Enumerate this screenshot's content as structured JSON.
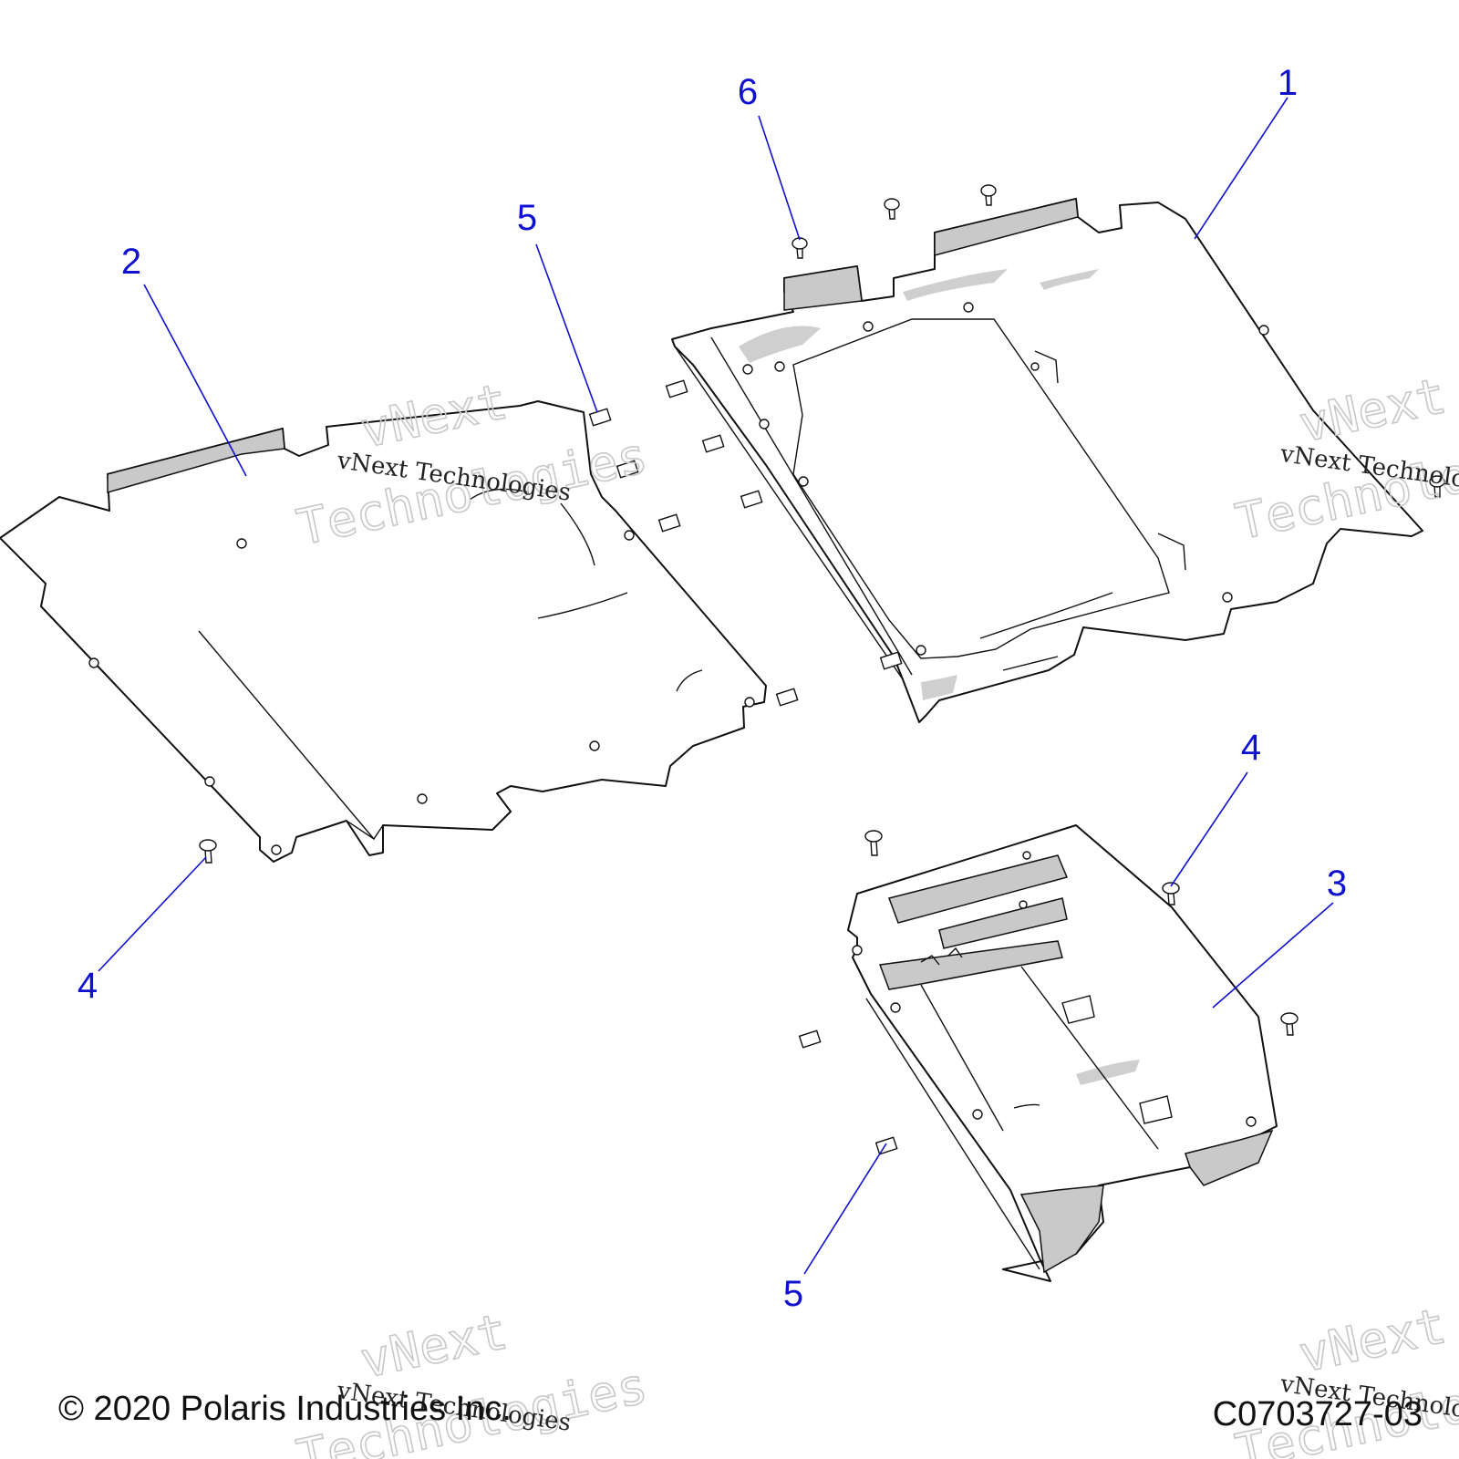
{
  "watermark": {
    "line1": "vNext",
    "line2": "Technologies",
    "caption": "vNext Technologies"
  },
  "callouts": [
    {
      "id": "callout-1",
      "label": "1"
    },
    {
      "id": "callout-2",
      "label": "2"
    },
    {
      "id": "callout-3",
      "label": "3"
    },
    {
      "id": "callout-4a",
      "label": "4"
    },
    {
      "id": "callout-4b",
      "label": "4"
    },
    {
      "id": "callout-5a",
      "label": "5"
    },
    {
      "id": "callout-5b",
      "label": "5"
    },
    {
      "id": "callout-6",
      "label": "6"
    }
  ],
  "footer": {
    "copyright": "© 2020 Polaris Industries Inc.",
    "diagram_code": "C0703727-03"
  },
  "colors": {
    "callout": "#1010d0",
    "line": "#111111",
    "shade": "#c9c9c9"
  }
}
